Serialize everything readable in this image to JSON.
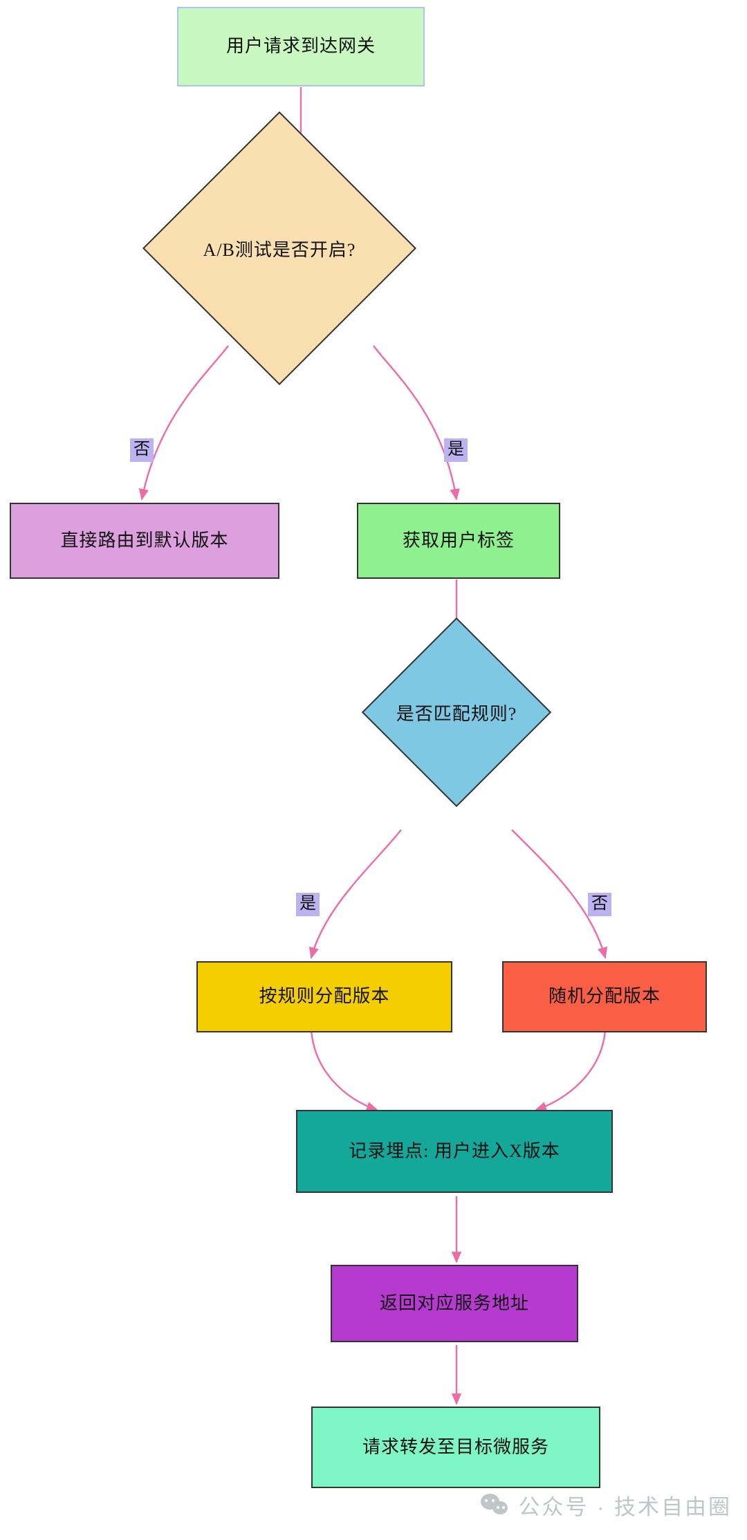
{
  "diagram": {
    "type": "flowchart",
    "direction": "top-down",
    "background": "#ffffff",
    "edge_color": "#ef6ba8",
    "nodes": [
      {
        "id": "n1",
        "label": "用户请求到达网关",
        "shape": "rect",
        "fill": "#c8f7c0",
        "stroke": "#a8c5f0"
      },
      {
        "id": "n2",
        "label": "A/B测试是否开启?",
        "shape": "diamond",
        "fill": "#fadfb0",
        "stroke": "#333333"
      },
      {
        "id": "n3",
        "label": "直接路由到默认版本",
        "shape": "rect",
        "fill": "#dd9fdd",
        "stroke": "#333333"
      },
      {
        "id": "n4",
        "label": "获取用户标签",
        "shape": "rect",
        "fill": "#8ef08e",
        "stroke": "#333333"
      },
      {
        "id": "n5",
        "label": "是否匹配规则?",
        "shape": "diamond",
        "fill": "#7ec8e3",
        "stroke": "#333333"
      },
      {
        "id": "n6",
        "label": "按规则分配版本",
        "shape": "rect",
        "fill": "#f5ce00",
        "stroke": "#333333"
      },
      {
        "id": "n7",
        "label": "随机分配版本",
        "shape": "rect",
        "fill": "#f95f45",
        "stroke": "#333333"
      },
      {
        "id": "n8",
        "label": "记录埋点: 用户进入X版本",
        "shape": "rect",
        "fill": "#14a89a",
        "stroke": "#333333"
      },
      {
        "id": "n9",
        "label": "返回对应服务地址",
        "shape": "rect",
        "fill": "#b63ad0",
        "stroke": "#333333"
      },
      {
        "id": "n10",
        "label": "请求转发至目标微服务",
        "shape": "rect",
        "fill": "#7df5c4",
        "stroke": "#333333"
      }
    ],
    "edges": [
      {
        "from": "n1",
        "to": "n2",
        "label": ""
      },
      {
        "from": "n2",
        "to": "n3",
        "label": "否"
      },
      {
        "from": "n2",
        "to": "n4",
        "label": "是"
      },
      {
        "from": "n4",
        "to": "n5",
        "label": ""
      },
      {
        "from": "n5",
        "to": "n6",
        "label": "是"
      },
      {
        "from": "n5",
        "to": "n7",
        "label": "否"
      },
      {
        "from": "n6",
        "to": "n8",
        "label": ""
      },
      {
        "from": "n7",
        "to": "n8",
        "label": ""
      },
      {
        "from": "n8",
        "to": "n9",
        "label": ""
      },
      {
        "from": "n9",
        "to": "n10",
        "label": ""
      }
    ],
    "edge_labels": {
      "ab_no": "否",
      "ab_yes": "是",
      "rule_yes": "是",
      "rule_no": "否"
    }
  },
  "watermark": {
    "text": "公众号 · 技术自由圈",
    "icon": "wechat-icon",
    "color": "#9aa3a8"
  }
}
